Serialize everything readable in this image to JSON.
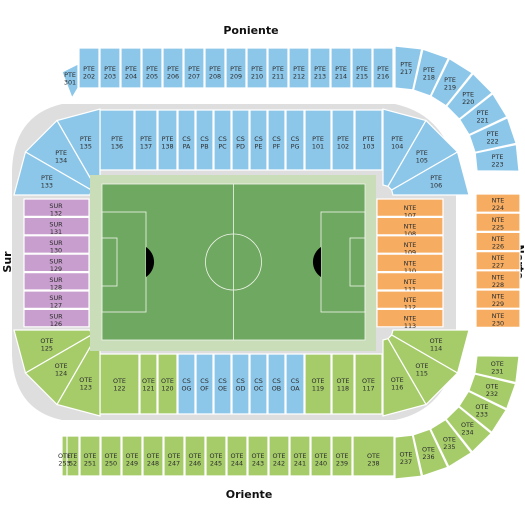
{
  "side_labels": {
    "north_top": "Poniente",
    "south_bottom": "Oriente",
    "left": "Sur",
    "right": "Norte"
  },
  "colors": {
    "PTE": "#8cc7ea",
    "SUR": "#c79ecd",
    "NTE": "#f6ad62",
    "OTE": "#a6cc6a",
    "concourse": "#dedede",
    "field": "#6fa860",
    "field_border": "#c9ddb9"
  },
  "upper_pte": [
    "PTE 301",
    "PTE 202",
    "PTE 203",
    "PTE 204",
    "PTE 205",
    "PTE 206",
    "PTE 207",
    "PTE 208",
    "PTE 209",
    "PTE 210",
    "PTE 211",
    "PTE 212",
    "PTE 213",
    "PTE 214",
    "PTE 215",
    "PTE 216",
    "PTE 217",
    "PTE 218",
    "PTE 219",
    "PTE 220",
    "PTE 221",
    "PTE 222",
    "PTE 223"
  ],
  "upper_nte": [
    "NTE 224",
    "NTE 225",
    "NTE 226",
    "NTE 227",
    "NTE 228",
    "NTE 229",
    "NTE 230"
  ],
  "upper_ote": [
    "OTE 231",
    "OTE 232",
    "OTE 233",
    "OTE 234",
    "OTE 235",
    "OTE 236",
    "OTE 237",
    "OTE 238",
    "OTE 239",
    "OTE 240",
    "OTE 241",
    "OTE 242",
    "OTE 243",
    "OTE 244",
    "OTE 245",
    "OTE 246",
    "OTE 247",
    "OTE 248",
    "OTE 249",
    "OTE 250",
    "OTE 251",
    "OTE 252",
    "OTE 253"
  ],
  "lower_pte": [
    "PTE 136",
    "PTE 137",
    "PTE 138",
    "CS PA",
    "CS PB",
    "CS PC",
    "CS PD",
    "CS PE",
    "CS PF",
    "CS PG",
    "PTE 101",
    "PTE 102",
    "PTE 103"
  ],
  "lower_pte_corner_left": [
    "PTE 135",
    "PTE 134",
    "PTE 133"
  ],
  "lower_pte_corner_right": [
    "PTE 104",
    "PTE 105",
    "PTE 106"
  ],
  "lower_sur": [
    "SUR 132",
    "SUR 131",
    "SUR 130",
    "SUR 129",
    "SUR 128",
    "SUR 127",
    "SUR 126"
  ],
  "lower_nte": [
    "NTE 107",
    "NTE 108",
    "NTE 109",
    "NTE 110",
    "NTE 111",
    "NTE 112",
    "NTE 113"
  ],
  "lower_ote": [
    "OTE 122",
    "OTE 121",
    "OTE 120",
    "CS OG",
    "CS OF",
    "CS OE",
    "CS OD",
    "CS OC",
    "CS OB",
    "CS OA",
    "OTE 119",
    "OTE 118",
    "OTE 117"
  ],
  "lower_ote_corner_left": [
    "OTE 125",
    "OTE 124",
    "OTE 123"
  ],
  "lower_ote_corner_right": [
    "OTE 114",
    "OTE 115",
    "OTE 116"
  ]
}
